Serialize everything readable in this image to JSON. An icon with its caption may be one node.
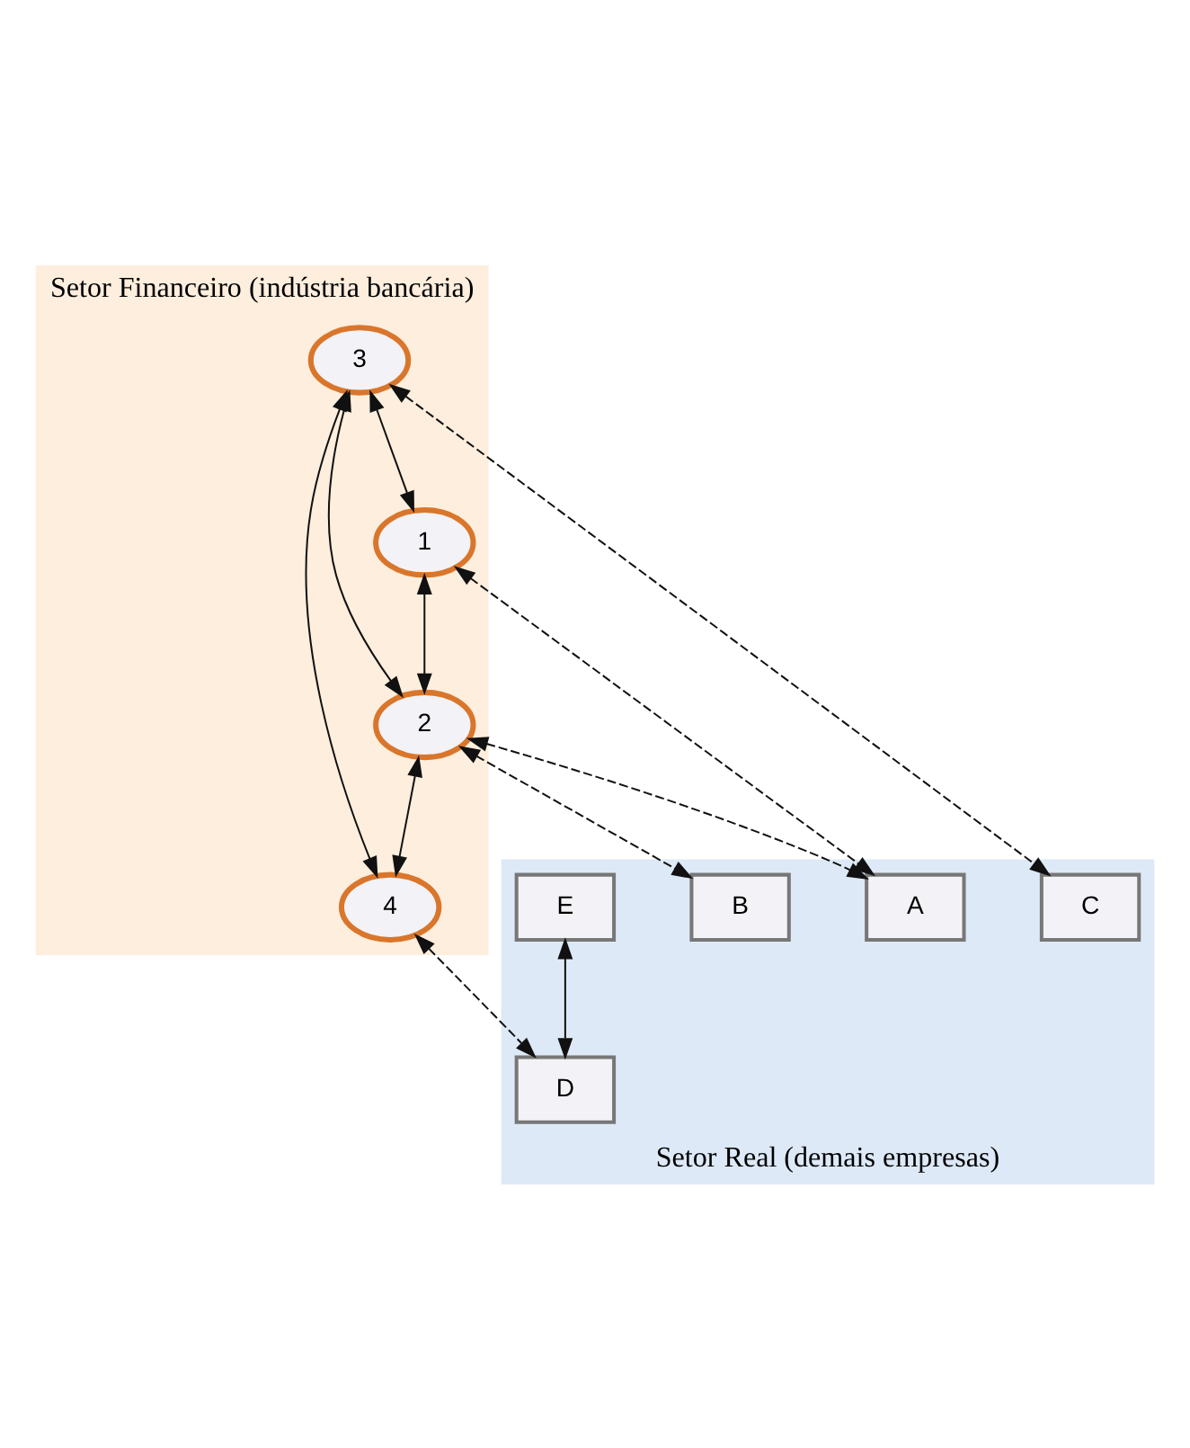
{
  "diagram": {
    "nodes": [
      {
        "text": [
          "Setor Financeiro (indústria bancária)"
        ]
      },
      {
        "text": [
          "3"
        ],
        "in": 0
      },
      {
        "text": [
          "1"
        ],
        "in": 0
      },
      {
        "text": [
          "4"
        ],
        "in": 0
      },
      {
        "text": [
          "2"
        ],
        "in": 0
      },
      {
        "text": [
          "Setor Real (demais empresas)"
        ]
      },
      {
        "text": [
          "C"
        ],
        "in": 5
      },
      {
        "text": [
          "B"
        ],
        "in": 5
      },
      {
        "text": [
          "D"
        ],
        "in": 5
      },
      {
        "text": [
          "A"
        ],
        "in": 5
      },
      {
        "text": [
          "E"
        ],
        "in": 5
      }
    ],
    "edges": [
      {
        "from": 1,
        "to": 2,
        "arrow": "both"
      },
      {
        "from": 1,
        "to": 4,
        "arrow": "both"
      },
      {
        "from": 1,
        "to": 3,
        "arrow": "both"
      },
      {
        "from": 2,
        "to": 4,
        "arrow": "both"
      },
      {
        "from": 4,
        "to": 3,
        "arrow": "both"
      },
      {
        "from": 2,
        "to": 9,
        "arrow": "both",
        "style": "dashed"
      },
      {
        "from": 4,
        "to": 9,
        "arrow": "both",
        "style": "dashed"
      },
      {
        "from": 4,
        "to": 7,
        "arrow": "both",
        "style": "dashed"
      },
      {
        "from": 1,
        "to": 6,
        "arrow": "both",
        "style": "dashed"
      },
      {
        "from": 3,
        "to": 8,
        "arrow": "both",
        "style": "dashed"
      },
      {
        "from": 10,
        "to": 8,
        "arrow": "both"
      }
    ]
  }
}
